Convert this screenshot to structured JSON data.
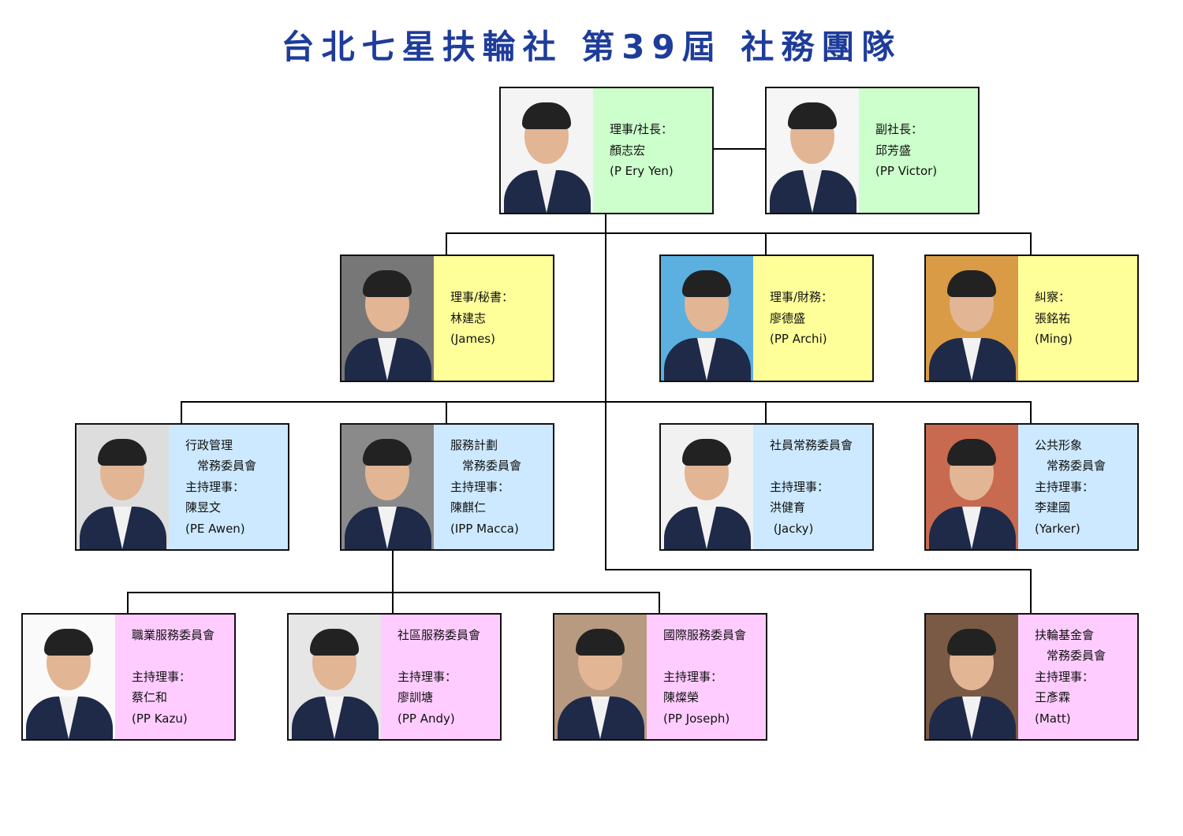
{
  "title": "台北七星扶輪社 第39屆  社務團隊",
  "colors": {
    "title": "#1e3c9a",
    "officer_green": "#ccffcc",
    "officer_yellow": "#ffff99",
    "committee_blue": "#cce9ff",
    "committee_pink": "#ffccff"
  },
  "members": [
    {
      "id": "president",
      "lines": [
        "理事/社長：",
        "顏志宏",
        "(P Ery Yen)"
      ]
    },
    {
      "id": "vice-president",
      "lines": [
        "副社長：",
        "邱芳盛",
        "(PP Victor)"
      ]
    },
    {
      "id": "secretary",
      "lines": [
        "理事/秘書：",
        "林建志",
        "(James)"
      ]
    },
    {
      "id": "treasurer",
      "lines": [
        "理事/財務：",
        "廖德盛",
        "(PP Archi)"
      ]
    },
    {
      "id": "sergeant",
      "lines": [
        "糾察：",
        "張銘祐",
        "(Ming)"
      ]
    },
    {
      "id": "admin-committee",
      "lines": [
        "行政管理",
        "　常務委員會",
        "主持理事：",
        "陳昱文",
        "(PE Awen)"
      ]
    },
    {
      "id": "service-projects-committee",
      "lines": [
        "服務計劃",
        "　常務委員會",
        "主持理事：",
        "陳麒仁",
        "(IPP Macca)"
      ]
    },
    {
      "id": "membership-committee",
      "lines": [
        "社員常務委員會",
        "",
        "主持理事：",
        "洪健育",
        " (Jacky)"
      ]
    },
    {
      "id": "public-image-committee",
      "lines": [
        "公共形象",
        "　常務委員會",
        "主持理事：",
        "李建國",
        "(Yarker)"
      ]
    },
    {
      "id": "vocational-service-committee",
      "lines": [
        "職業服務委員會",
        "",
        "主持理事：",
        "蔡仁和",
        "(PP Kazu)"
      ]
    },
    {
      "id": "community-service-committee",
      "lines": [
        "社區服務委員會",
        "",
        "主持理事：",
        "廖訓塘",
        "(PP Andy)"
      ]
    },
    {
      "id": "international-service-committee",
      "lines": [
        "國際服務委員會",
        "",
        "主持理事：",
        "陳燦榮",
        "(PP Joseph)"
      ]
    },
    {
      "id": "foundation-committee",
      "lines": [
        "扶輪基金會",
        "　常務委員會",
        "主持理事：",
        "王彥霖",
        "(Matt)"
      ]
    }
  ]
}
